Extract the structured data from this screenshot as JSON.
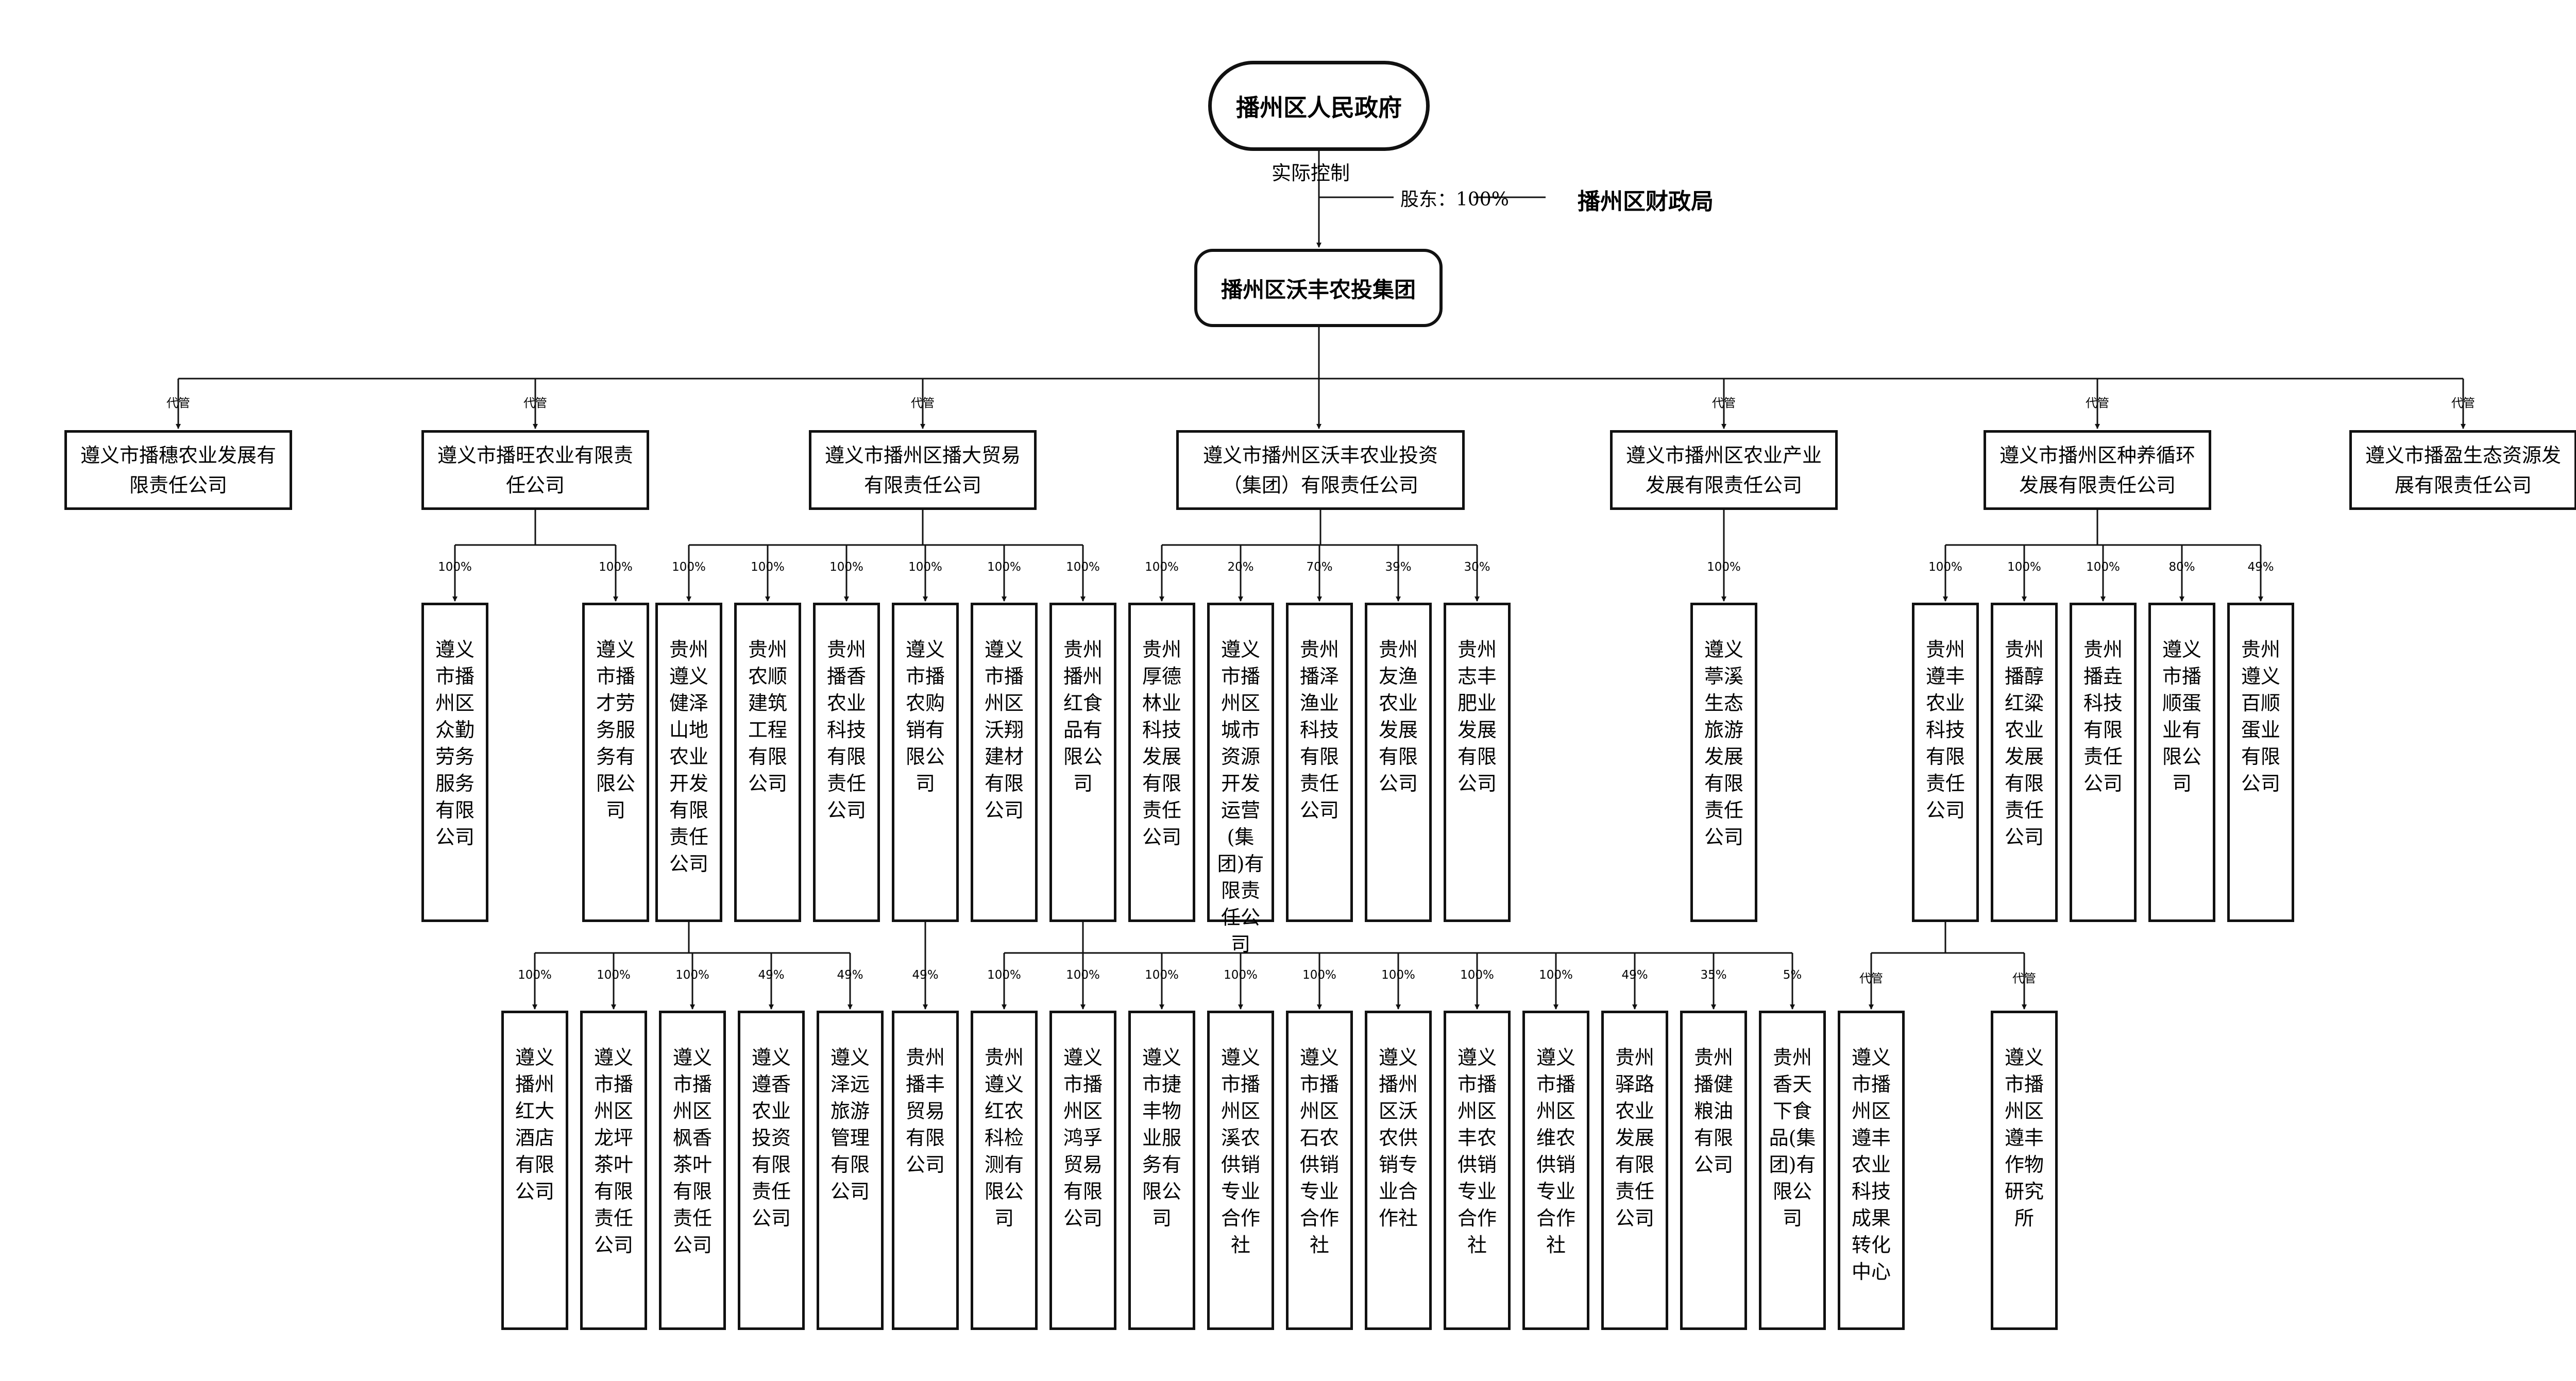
{
  "top": {
    "government": "播州区人民政府",
    "control_label": "实际控制",
    "shareholder_label": "股东：100%",
    "finance_bureau": "播州区财政局",
    "group": "播州区沃丰农投集团"
  },
  "tier1": [
    {
      "name": "遵义市播穗农业发展有限责任公司",
      "tag": "代管"
    },
    {
      "name": "遵义市播旺农业有限责任公司",
      "tag": "代管"
    },
    {
      "name": "遵义市播州区播大贸易有限责任公司",
      "tag": "代管"
    },
    {
      "name": "遵义市播州区沃丰农业投资（集团）有限责任公司",
      "tag": ""
    },
    {
      "name": "遵义市播州区农业产业发展有限责任公司",
      "tag": "代管"
    },
    {
      "name": "遵义市播州区种养循环发展有限责任公司",
      "tag": "代管"
    },
    {
      "name": "遵义市播盈生态资源发展有限责任公司",
      "tag": "代管"
    }
  ],
  "tier2": [
    {
      "name": "遵义市播州区众勤劳务服务有限公司",
      "pct": "100%"
    },
    {
      "name": "遵义市播才劳务服务有限公司",
      "pct": "100%"
    },
    {
      "name": "贵州遵义健泽山地农业开发有限责任公司",
      "pct": "100%"
    },
    {
      "name": "贵州农顺建筑工程有限公司",
      "pct": "100%"
    },
    {
      "name": "贵州播香农业科技有限责任公司",
      "pct": "100%"
    },
    {
      "name": "遵义市播农购销有限公司",
      "pct": "100%"
    },
    {
      "name": "遵义市播州区沃翔建材有限公司",
      "pct": "100%"
    },
    {
      "name": "贵州播州红食品有限公司",
      "pct": "100%"
    },
    {
      "name": "贵州厚德林业科技发展有限责任公司",
      "pct": "100%"
    },
    {
      "name": "遵义市播州区城市资源开发运营(集团)有限责任公司",
      "pct": "20%"
    },
    {
      "name": "贵州播泽渔业科技有限责任公司",
      "pct": "70%"
    },
    {
      "name": "贵州友渔农业发展有限公司",
      "pct": "39%"
    },
    {
      "name": "贵州志丰肥业发展有限公司",
      "pct": "30%"
    },
    {
      "name": "遵义葶溪生态旅游发展有限责任公司",
      "pct": "100%"
    },
    {
      "name": "贵州遵丰农业科技有限责任公司",
      "pct": "100%"
    },
    {
      "name": "贵州播醇红粱农业发展有限责任公司",
      "pct": "100%"
    },
    {
      "name": "贵州播垚科技有限责任公司",
      "pct": "100%"
    },
    {
      "name": "遵义市播顺蛋业有限公司",
      "pct": "80%"
    },
    {
      "name": "贵州遵义百顺蛋业有限公司",
      "pct": "49%"
    }
  ],
  "tier3": [
    {
      "name": "遵义播州红大酒店有限公司",
      "pct": "100%"
    },
    {
      "name": "遵义市播州区龙坪茶叶有限责任公司",
      "pct": "100%"
    },
    {
      "name": "遵义市播州区枫香茶叶有限责任公司",
      "pct": "100%"
    },
    {
      "name": "遵义遵香农业投资有限责任公司",
      "pct": "49%"
    },
    {
      "name": "遵义泽远旅游管理有限公司",
      "pct": "49%"
    },
    {
      "name": "贵州播丰贸易有限公司",
      "pct": "49%"
    },
    {
      "name": "贵州遵义红农科检测有限公司",
      "pct": "100%"
    },
    {
      "name": "遵义市播州区鸿孚贸易有限公司",
      "pct": "100%"
    },
    {
      "name": "遵义市捷丰物业服务有限公司",
      "pct": "100%"
    },
    {
      "name": "遵义市播州区溪农供销专业合作社",
      "pct": "100%"
    },
    {
      "name": "遵义市播州区石农供销专业合作社",
      "pct": "100%"
    },
    {
      "name": "遵义播州区沃农供销专业合作社",
      "pct": "100%"
    },
    {
      "name": "遵义市播州区丰农供销专业合作社",
      "pct": "100%"
    },
    {
      "name": "遵义市播州区维农供销专业合作社",
      "pct": "100%"
    },
    {
      "name": "贵州驿路农业发展有限责任公司",
      "pct": "49%"
    },
    {
      "name": "贵州播健粮油有限公司",
      "pct": "35%"
    },
    {
      "name": "贵州香天下食品(集团)有限公司",
      "pct": "5%"
    },
    {
      "name": "遵义市播州区遵丰农业科技成果转化中心",
      "pct": "代管"
    },
    {
      "name": "遵义市播州区遵丰作物研究所",
      "pct": "代管"
    }
  ]
}
